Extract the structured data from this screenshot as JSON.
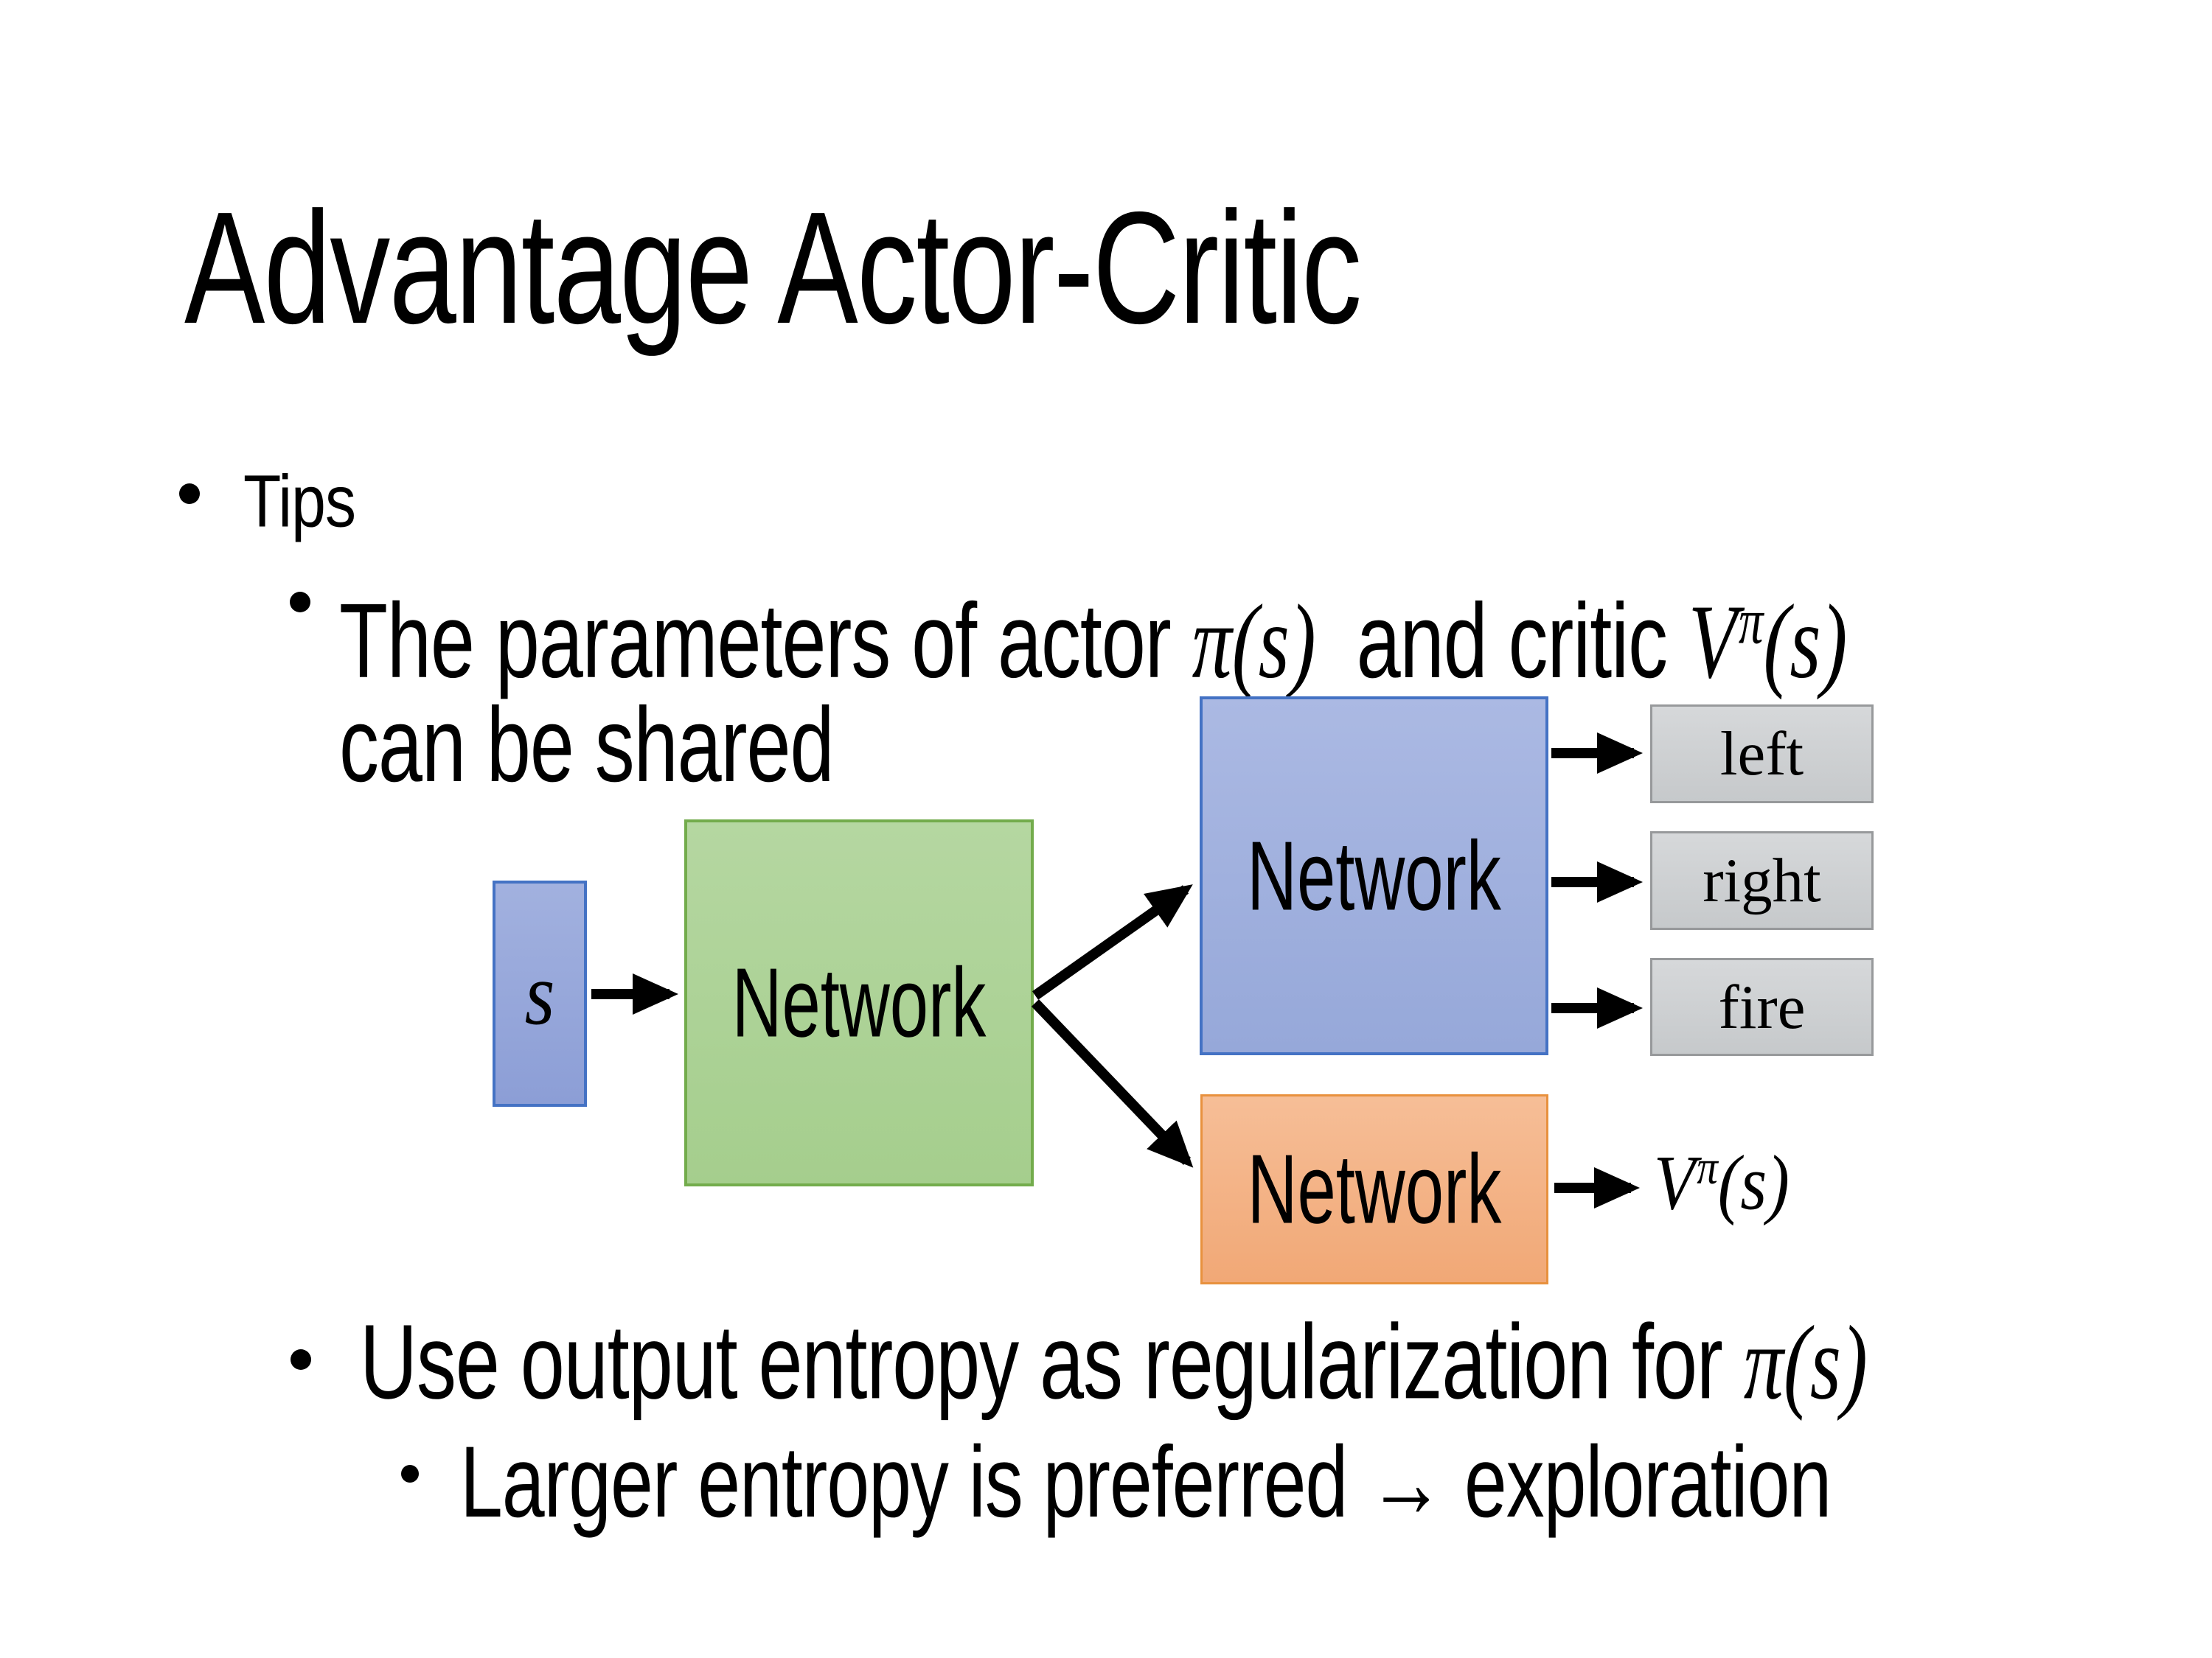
{
  "slide": {
    "title": "Advantage Actor-Critic",
    "bullets": {
      "l1": "Tips",
      "tip_shared": {
        "pre": "The parameters of actor ",
        "actor_math": "π(s)",
        "mid": " and critic ",
        "critic_base": "V",
        "critic_sup": "π",
        "critic_args": "(s)",
        "line2": "can be shared"
      },
      "tip_entropy": {
        "pre": "Use output entropy as regularization for ",
        "math": "π(s)"
      },
      "tip_exploration": "Larger entropy is preferred → exploration"
    }
  },
  "diagram": {
    "state_label": "s",
    "shared_network": "Network",
    "actor_network": "Network",
    "critic_network": "Network",
    "actions": [
      "left",
      "right",
      "fire"
    ],
    "value_output": {
      "base": "V",
      "sup": "π",
      "args": "(s)"
    },
    "colors": {
      "state_fill": "#96A7DA",
      "state_border": "#4472C4",
      "shared_fill": "#AFD39A",
      "shared_border": "#73AC4C",
      "actor_fill": "#A0B0DE",
      "actor_border": "#4472C4",
      "critic_fill": "#F4B183",
      "critic_border": "#E8913E",
      "action_fill": "#CDD0D2",
      "action_border": "#97999B",
      "arrow": "#000000"
    }
  }
}
